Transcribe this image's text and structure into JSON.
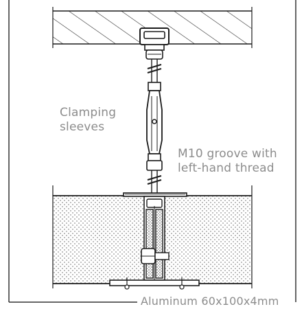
{
  "labels": {
    "clamping_sleeves": [
      "Clamping",
      "sleeves"
    ],
    "groove": [
      "M10 groove with",
      "left-hand thread"
    ],
    "profile": "Aluminum 60x100x4mm"
  },
  "colors": {
    "line": "#1a1a1a",
    "label": "#8c8c8c",
    "fill_stipple": "#d9d9d9",
    "background": "#ffffff"
  },
  "icons": {
    "ceiling": "hatched-ceiling-slab",
    "rod": "threaded-rod",
    "turnbuckle": "turnbuckle-sleeve",
    "floor": "stippled-concrete-section",
    "profile": "aluminum-profile-section"
  }
}
